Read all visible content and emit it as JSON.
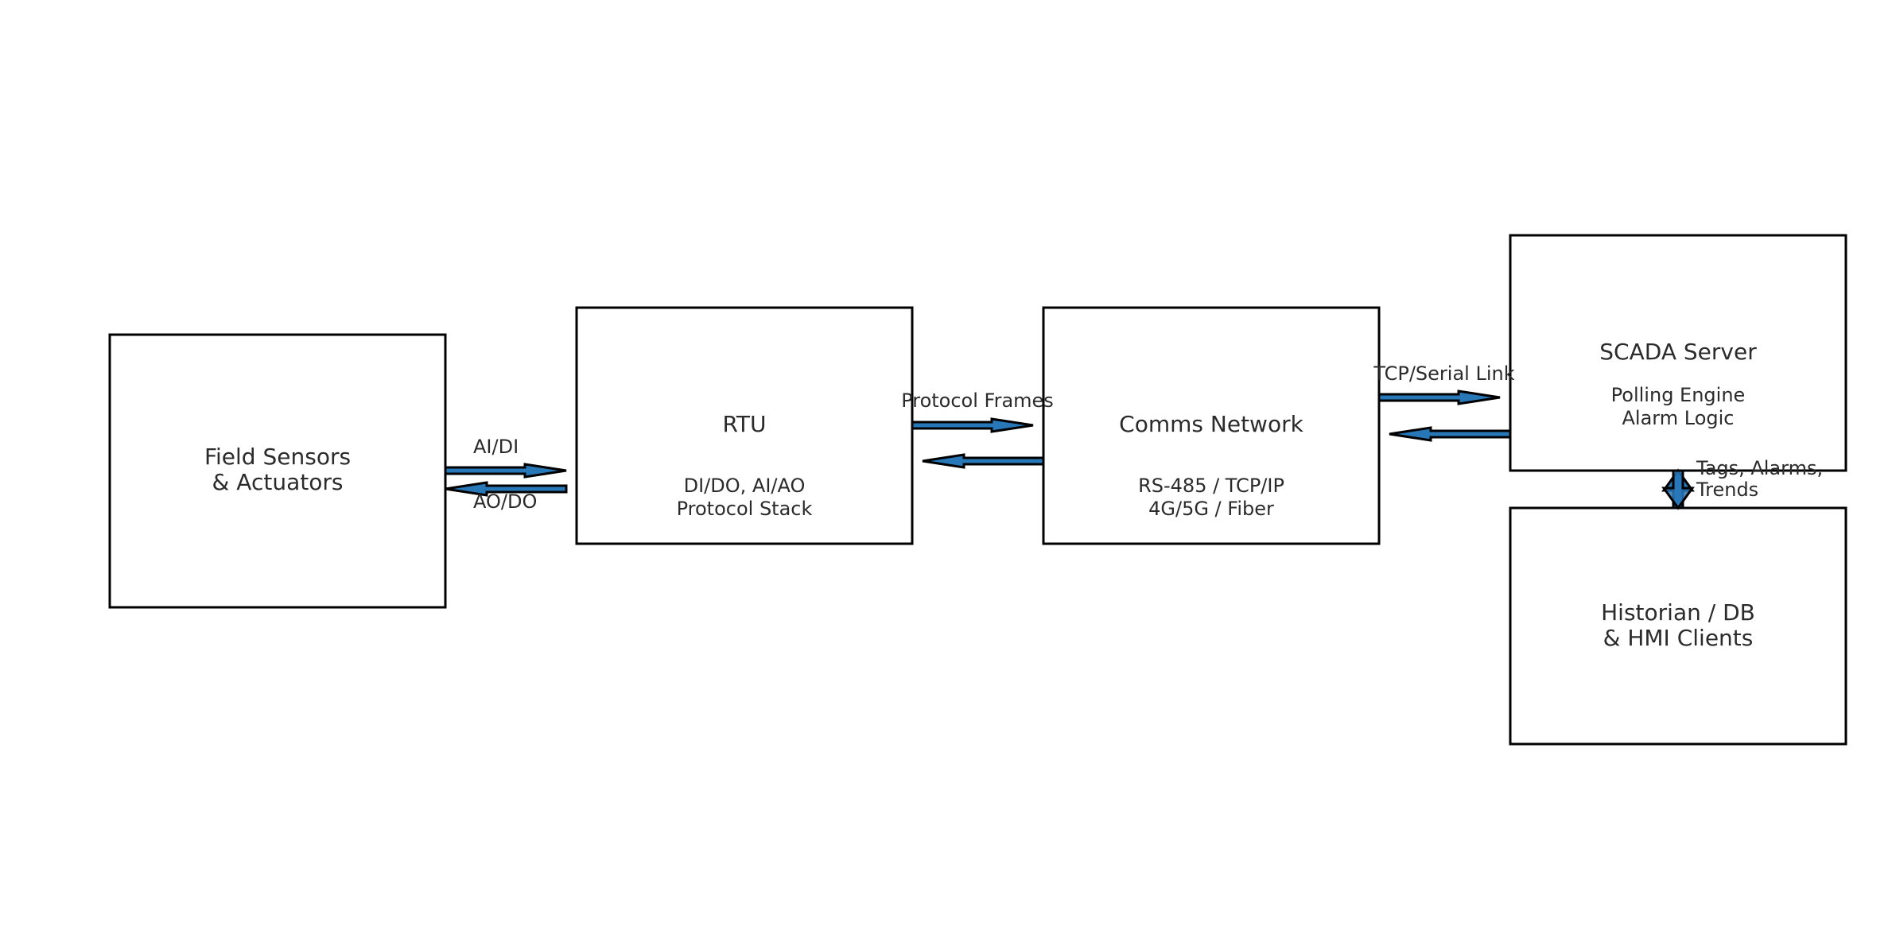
{
  "colors": {
    "arrow_fill": "#2878b8",
    "box_stroke": "#000000",
    "text": "#2b2b2b"
  },
  "nodes": {
    "field": {
      "title_line1": "Field Sensors",
      "title_line2": "& Actuators"
    },
    "rtu": {
      "title": "RTU",
      "detail_line1": "DI/DO, AI/AO",
      "detail_line2": "Protocol Stack"
    },
    "comms": {
      "title": "Comms Network",
      "detail_line1": "RS-485 / TCP/IP",
      "detail_line2": "4G/5G / Fiber"
    },
    "scada": {
      "title": "SCADA Server",
      "detail_line1": "Polling Engine",
      "detail_line2": "Alarm Logic"
    },
    "historian": {
      "title_line1": "Historian / DB",
      "title_line2": "& HMI Clients"
    }
  },
  "edges": {
    "field_to_rtu": "AI/DI",
    "rtu_to_field": "AO/DO",
    "rtu_comms": "Protocol Frames",
    "comms_scada": "TCP/Serial Link",
    "scada_historian_line1": "Tags, Alarms,",
    "scada_historian_line2": "Trends"
  }
}
